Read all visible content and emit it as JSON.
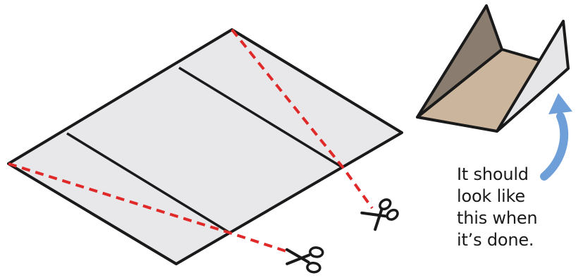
{
  "caption": {
    "lines": [
      "It should",
      "look like",
      "this when",
      "it’s done."
    ]
  },
  "colors": {
    "sheet_fill": "#e8e8ea",
    "outline": "#1a1a1a",
    "cut_line": "#e02a2a",
    "tray_bottom": "#cbb59c",
    "tray_left_wall": "#8a7d70",
    "tray_right_wall": "#e6e6e8",
    "arrow": "#6f9fd8"
  },
  "icons": [
    "scissors-icon",
    "scissors-icon",
    "curved-arrow-icon"
  ]
}
